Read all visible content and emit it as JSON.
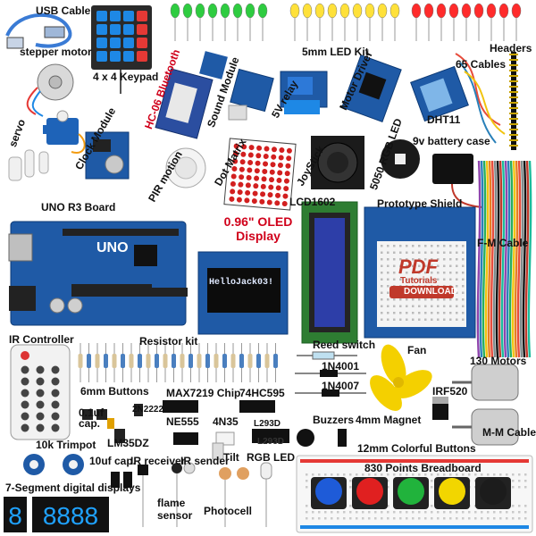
{
  "labels": {
    "usb_cable": "USB Cable",
    "stepper_motor": "stepper motor",
    "keypad": "4 x 4 Keypad",
    "hc06": "HC-06 Bluetooth",
    "sound_module": "Sound Module",
    "relay": "5V relay",
    "motor_driver": "Motor Driver",
    "led_kit": "5mm LED Kit",
    "headers": "Headers",
    "cables_65": "65 Cables",
    "dht11": "DHT11",
    "servo": "servo",
    "clock_module": "Clock Module",
    "pir_motion": "PIR motion",
    "dot_matrix": "Dot Matrix",
    "joystick": "JoyStick",
    "rgb_5050": "5050 RGB LED",
    "battery_case": "9v battery case",
    "uno_r3": "UNO R3 Board",
    "oled": "0.96\" OLED Display",
    "lcd1602": "LCD1602",
    "prototype_shield": "Prototype Shield",
    "fm_cable": "F-M Cable",
    "ir_controller": "IR Controller",
    "resistor_kit": "Resistor kit",
    "reed_switch": "Reed switch",
    "fan": "Fan",
    "motors_130": "130 Motors",
    "diode_4001": "1N4001",
    "diode_4007": "1N4007",
    "buttons_6mm": "6mm Buttons",
    "max7219": "MAX7219 Chip",
    "ic_74hc595": "74HC595",
    "irf520": "IRF520",
    "cap_01uf": "0.1uf cap.",
    "transistor": "2N2222",
    "ne555": "NE555",
    "ic_4n35": "4N35",
    "l293d": "L293D",
    "buzzers": "Buzzers",
    "magnet": "4mm Magnet",
    "mm_cable": "M-M Cable",
    "lm35dz": "LM35DZ",
    "trimpot": "10k Trimpot",
    "cap_10uf": "10uf cap.",
    "ir_receiver": "IR receiver",
    "ir_sender": "IR sender",
    "tilt": "Tilt",
    "rgb_led": "RGB LED",
    "colorful_buttons": "12mm Colorful Buttons",
    "breadboard": "830 Points Breadboard",
    "seven_segment": "7-Segment digital displays",
    "flame_sensor": "flame sensor",
    "photocell": "Photocell"
  },
  "screens": {
    "oled_text": "HelloJack03!",
    "uno_logo": "UNO",
    "lcd_chip_text": "L293D"
  },
  "watermark": {
    "brand": "PDF",
    "sub": "Tutorials",
    "button": "DOWNLOAD"
  },
  "colors": {
    "accent_red": "#d0001a",
    "board_blue": "#1f5aa6",
    "led_green": "#2ecc40",
    "led_yellow": "#ffe13a",
    "led_red": "#ff2b2b"
  }
}
